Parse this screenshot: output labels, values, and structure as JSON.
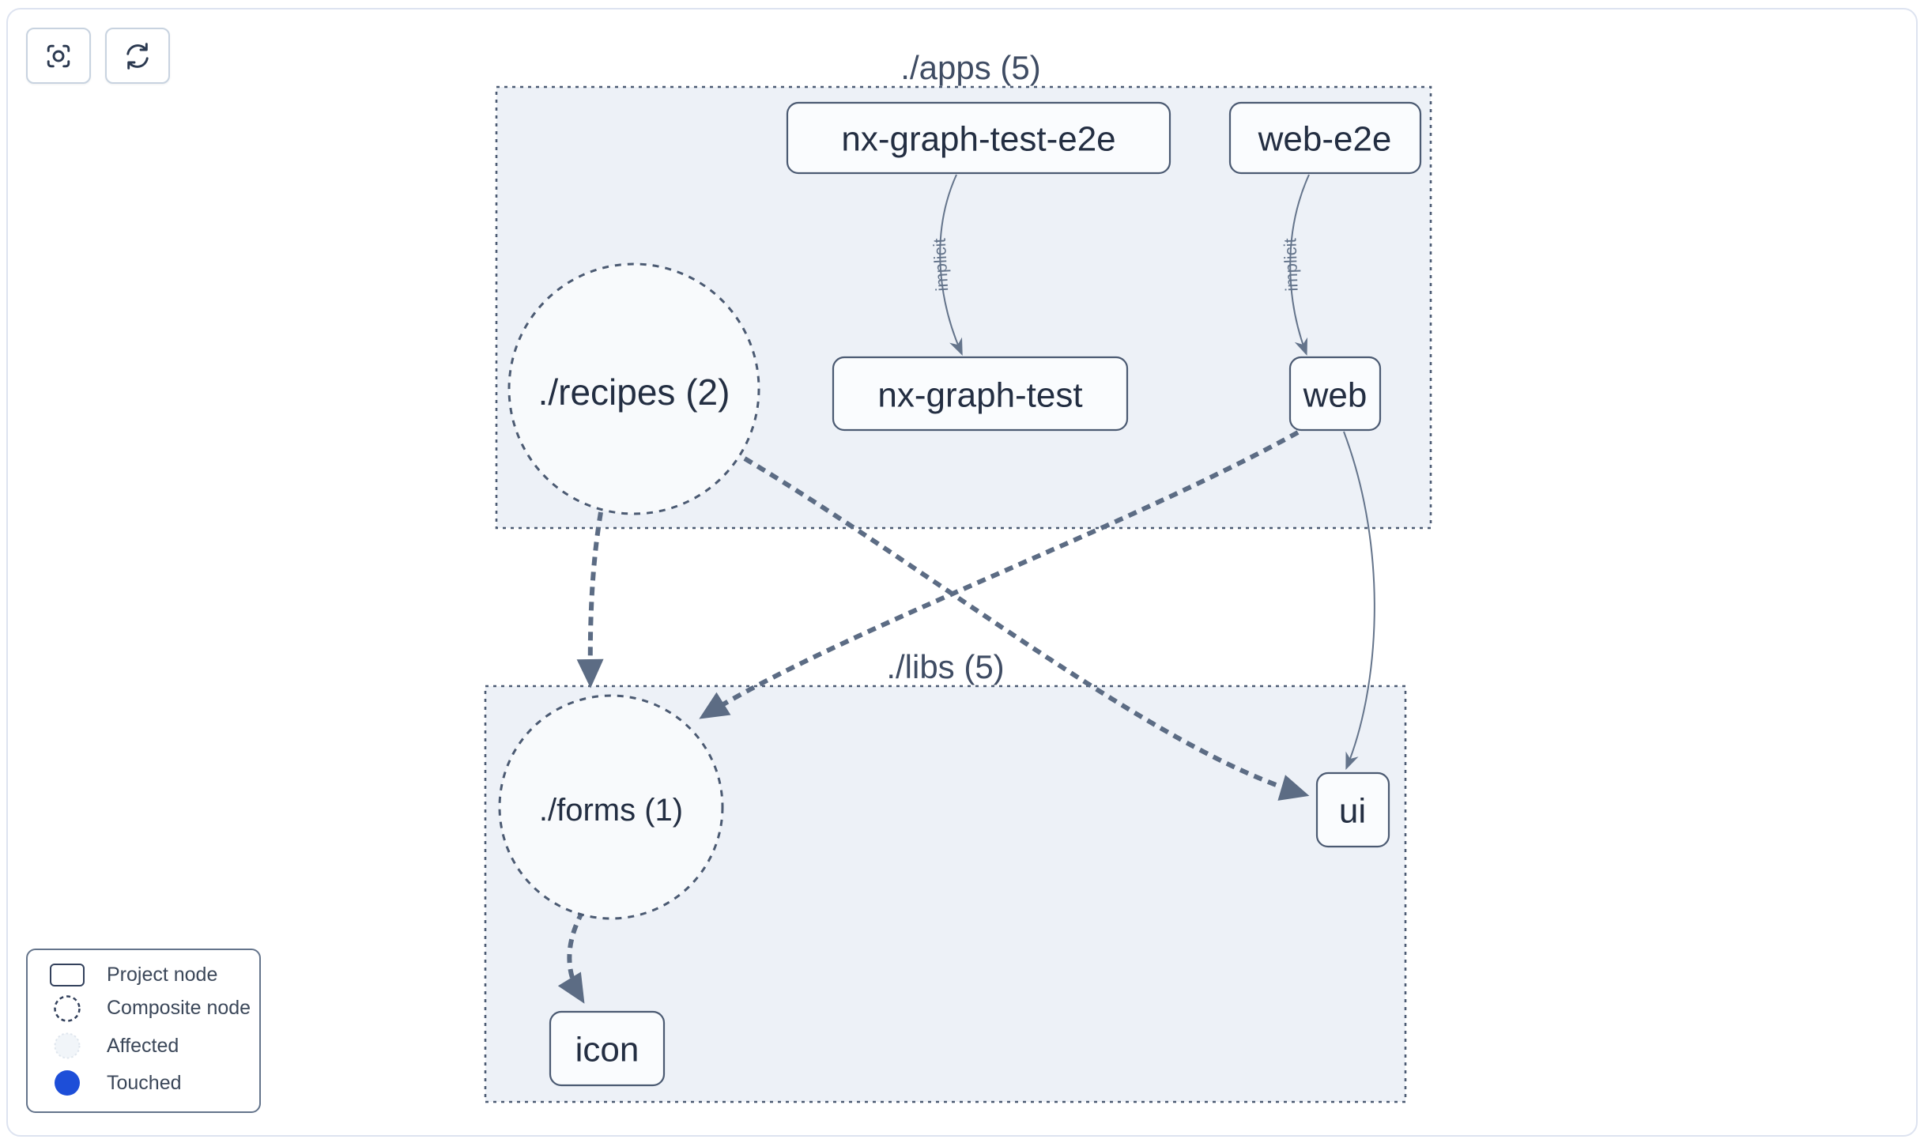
{
  "toolbar": {
    "buttons": [
      {
        "icon": "focus-frame-icon"
      },
      {
        "icon": "refresh-icon"
      }
    ]
  },
  "graph": {
    "groups": [
      {
        "id": "apps",
        "label": "./apps (5)"
      },
      {
        "id": "libs",
        "label": "./libs (5)"
      }
    ],
    "nodes": [
      {
        "id": "nx-graph-test-e2e",
        "label": "nx-graph-test-e2e",
        "type": "project"
      },
      {
        "id": "web-e2e",
        "label": "web-e2e",
        "type": "project"
      },
      {
        "id": "recipes",
        "label": "./recipes (2)",
        "type": "composite"
      },
      {
        "id": "nx-graph-test",
        "label": "nx-graph-test",
        "type": "project"
      },
      {
        "id": "web",
        "label": "web",
        "type": "project"
      },
      {
        "id": "forms",
        "label": "./forms (1)",
        "type": "composite"
      },
      {
        "id": "ui",
        "label": "ui",
        "type": "project"
      },
      {
        "id": "icon",
        "label": "icon",
        "type": "project"
      }
    ],
    "edges": [
      {
        "source": "nx-graph-test-e2e",
        "target": "nx-graph-test",
        "label": "implicit",
        "style": "solid"
      },
      {
        "source": "web-e2e",
        "target": "web",
        "label": "implicit",
        "style": "solid"
      },
      {
        "source": "recipes",
        "target": "forms",
        "style": "dashed"
      },
      {
        "source": "recipes",
        "target": "ui",
        "style": "dashed"
      },
      {
        "source": "web",
        "target": "forms",
        "style": "dashed"
      },
      {
        "source": "web",
        "target": "ui",
        "style": "solid"
      },
      {
        "source": "forms",
        "target": "icon",
        "style": "dashed"
      }
    ]
  },
  "legend": {
    "items": [
      {
        "label": "Project node",
        "swatch": "project-rect"
      },
      {
        "label": "Composite node",
        "swatch": "composite-dashed-circle"
      },
      {
        "label": "Affected",
        "swatch": "affected-circle"
      },
      {
        "label": "Touched",
        "swatch": "touched-circle"
      }
    ]
  },
  "colors": {
    "touched_blue": "#1d4ed8",
    "affected_fill": "#f1f5f9",
    "group_fill": "#edf1f7",
    "node_fill": "#fafcfe",
    "node_border": "#4b5a72",
    "edge": "#64748b",
    "edge_thick": "#5c6c84",
    "title_text": "#3f4c63",
    "node_text": "#232e42"
  }
}
